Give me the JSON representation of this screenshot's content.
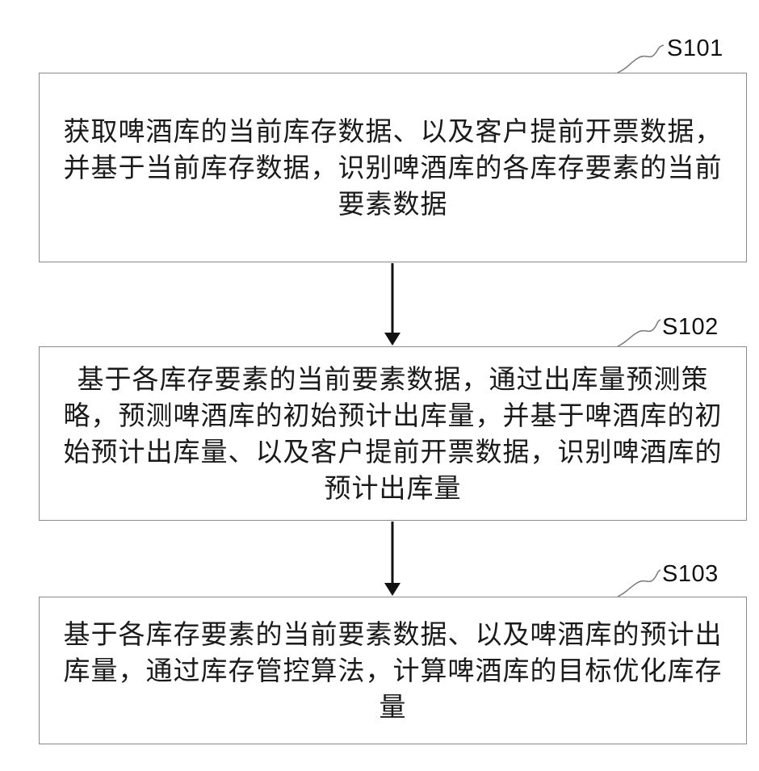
{
  "steps": [
    {
      "id": "S101",
      "text": "获取啤酒库的当前库存数据、以及客户提前开票数据，并基于当前库存数据，识别啤酒库的各库存要素的当前要素数据"
    },
    {
      "id": "S102",
      "text": "基于各库存要素的当前要素数据，通过出库量预测策略，预测啤酒库的初始预计出库量，并基于啤酒库的初始预计出库量、以及客户提前开票数据，识别啤酒库的预计出库量"
    },
    {
      "id": "S103",
      "text": "基于各库存要素的当前要素数据、以及啤酒库的预计出库量，通过库存管控算法，计算啤酒库的目标优化库存量"
    }
  ],
  "colors": {
    "box_border": "#8a8a8a",
    "arrow": "#111111",
    "text": "#1a1a1a"
  }
}
